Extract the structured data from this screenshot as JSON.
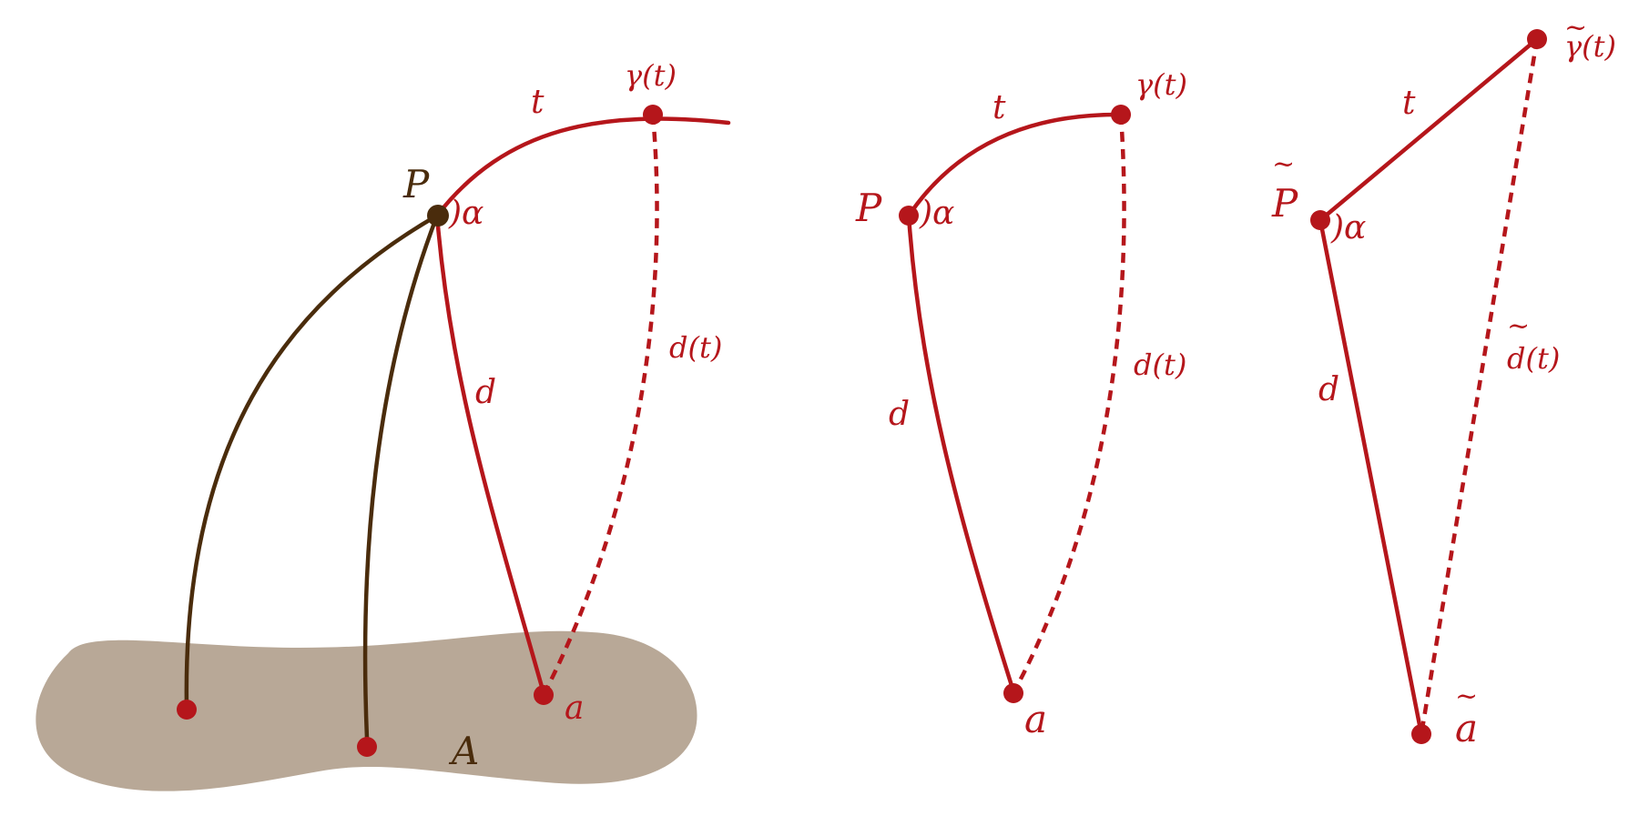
{
  "colors": {
    "curve_red": "#b5161b",
    "curve_brown": "#4a2c0c",
    "region_fill": "#b8a897",
    "background": "#ffffff"
  },
  "panel1": {
    "p_label": "P",
    "alpha_label": ")α",
    "t_label": "t",
    "gamma_label": "γ(t)",
    "d_label": "d",
    "dt_label": "d(t)",
    "a_label": "a",
    "region_label": "A"
  },
  "panel2": {
    "p_label": "P",
    "alpha_label": ")α",
    "t_label": "t",
    "gamma_label": "γ(t)",
    "d_label": "d",
    "dt_label": "d(t)",
    "a_label": "a"
  },
  "panel3": {
    "p_label": "P",
    "alpha_label": ")α",
    "t_label": "t",
    "gamma_label": "γ(t)",
    "d_label": "d",
    "dt_label": "d(t)",
    "a_label": "a",
    "tilde": "~"
  }
}
